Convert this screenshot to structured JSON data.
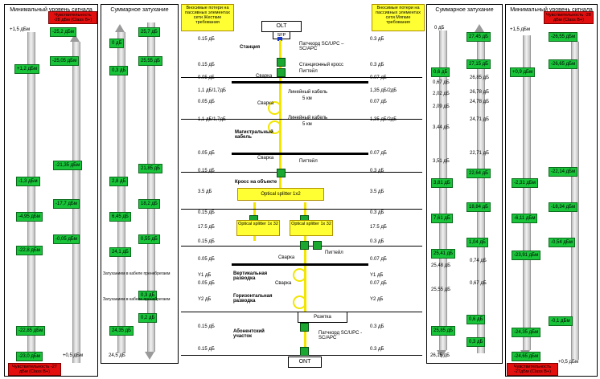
{
  "left_panel": {
    "title": "Минимальный уровень сигнала",
    "top_value": "+1,5 дБм",
    "bottom_value": "+0,5 дБм",
    "sensitivity_top": "Чувствительность -28 дБм (Class B+)",
    "sensitivity_bottom": "Чувствительность -27 дБм (Class B+)",
    "values": [
      "-25,2 дБм",
      "-25,05 дБм",
      "+1,2 дБм",
      "-21,35 дБм",
      "-1,3 дБм",
      "-17,7 дБм",
      "-4,95 дБм",
      "-0,05 дБм",
      "-22,8 дБм",
      "-22,85 дБм",
      "-23,0 дБм"
    ]
  },
  "left_sum_panel": {
    "title": "Суммарное затухание",
    "bottom_value": "24,5 дБ",
    "values": [
      "25,7 дБ",
      "0 дБ",
      "25,55 дБ",
      "0,3 дБ",
      "21,85 дБ",
      "2,8 дБ",
      "18,2 дБ",
      "6,45 дБ",
      "0,55 дБ",
      "24,1 дБ",
      "0,2 дБ",
      "24,35 дБ",
      "0,3 дБ"
    ],
    "note1": "Затуханием в кабеле пренебрегаем",
    "note2": "Затуханием в кабеле пренебрегаем"
  },
  "center": {
    "hard_header": "Вносимые потери на пассивных элементах сети Жесткие требования",
    "soft_header": "Вносимые потери на пассивных элементах сети Мягкие требования",
    "olt": "OLT",
    "sfp": "SFP",
    "ont": "ONT",
    "labels": {
      "station": "Станция",
      "patchcord_top": "Патчкорд SC/UPC – SC/APC",
      "station_cross": "Станционный кросс",
      "pigtail": "Пигтейл",
      "splice": "Сварка",
      "line_cable": "Линейный кабель",
      "line_5km": "5 км",
      "trunk_cable": "Магистральный кабель",
      "object_cross": "Кросс на объекте",
      "splitter_1x2": "Optical splitter 1x2",
      "splitter_1x32_a": "Optical splitter 1x 32",
      "splitter_1x32_b": "Optical splitter 1x 32",
      "vertical": "Вертикальная разводка",
      "horizontal": "Горизонтальная разводка",
      "socket": "Розетка",
      "subscriber": "Абонентский участок",
      "patchcord_bottom": "Патчкорд SC/UPC - SC/APC"
    },
    "hard_losses": [
      "0.15 дБ",
      "0.15 дБ",
      "0.05 дБ",
      "1,1 дБ/1,7дБ",
      "0.05 дБ",
      "1,1 дБ/1,7дБ",
      "0.05 дБ",
      "0.15 дБ",
      "3.5 дБ",
      "0.15 дБ",
      "17.5 дБ",
      "0.15 дБ",
      "0.05 дБ",
      "Y1 дБ",
      "0.05 дБ",
      "Y2 дБ",
      "0.15 дБ",
      "0.15 дБ"
    ],
    "soft_losses": [
      "0.3 дБ",
      "0.3 дБ",
      "0.07 дБ",
      "1,35 дБ/2дБ",
      "0.07 дБ",
      "1,35 дБ/2дБ",
      "0.07 дБ",
      "0.3 дБ",
      "3.5 дБ",
      "0.3 дБ",
      "17.5 дБ",
      "0.3 дБ",
      "0.07 дБ",
      "Y1 дБ",
      "0.07 дБ",
      "Y2 дБ",
      "0.3 дБ",
      "0.3 дБ"
    ]
  },
  "right_sum_panel": {
    "title": "Суммарное затухание",
    "top_value": "0 дБ",
    "bottom_value": "26,15 дБ",
    "values": [
      "27,45 дБ",
      "27,15 дБ",
      "0,6 дБ",
      "0,67 дБ",
      "26,85 дБ",
      "26,78 дБ",
      "2,02 дБ",
      "24,78 дБ",
      "2,09 дБ",
      "24,71 дБ",
      "3,44 дБ",
      "22,71 дБ",
      "3,51 дБ",
      "22,64 дБ",
      "3,81 дБ",
      "18,84 дБ",
      "7,61 дБ",
      "1,04 дБ",
      "25,41 дБ",
      "0,74 дБ",
      "25,48 дБ",
      "0,67 дБ",
      "25,55 дБ",
      "0,6 дБ",
      "25,85 дБ",
      "0,3 дБ"
    ]
  },
  "right_panel": {
    "title": "Минимальный уровень сигнала",
    "top_value": "+1,5 дБм",
    "bottom_value": "+0,5 дБм",
    "sensitivity_top": "Чувствительность -28 дБм (Class B+)",
    "sensitivity_bottom": "Чувствительность -27дБм (Class B+)",
    "values": [
      "-26,55 дБм",
      "-26,65 дБм",
      "+0,9 дБм",
      "-22,14 дБм",
      "-2,31 дБм",
      "-18,34 дБм",
      "-6,11 дБм",
      "-0,54 дБм",
      "-23,91 дБм",
      "-24,35 дБм",
      "-0,1 дБм",
      "-24,65 дБм"
    ]
  }
}
